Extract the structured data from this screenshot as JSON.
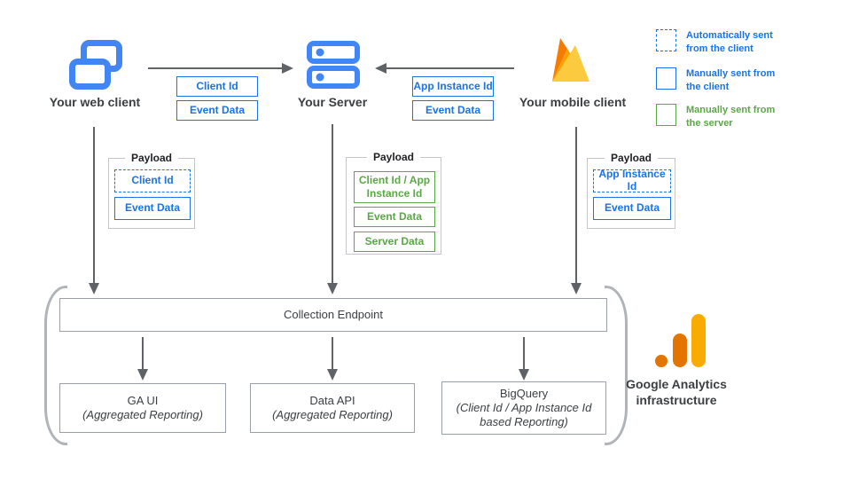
{
  "colors": {
    "accent_blue": "#1a73e8",
    "icon_blue": "#4285f4",
    "accent_green": "#5ba746",
    "arrow_gray": "#5f6368",
    "logo_orange": "#e37400",
    "logo_amber": "#f9ab00"
  },
  "nodes": {
    "web": {
      "label": "Your web client"
    },
    "server": {
      "label": "Your Server"
    },
    "mobile": {
      "label": "Your mobile client"
    }
  },
  "flows": {
    "web_to_server": {
      "items": [
        "Client Id",
        "Event Data"
      ]
    },
    "mobile_to_server": {
      "items": [
        "App Instance Id",
        "Event Data"
      ]
    }
  },
  "payloads": {
    "web": {
      "title": "Payload",
      "items": [
        {
          "text": "Client Id",
          "style": "dashed-blue"
        },
        {
          "text": "Event Data",
          "style": "solid-blue"
        }
      ]
    },
    "server": {
      "title": "Payload",
      "items": [
        {
          "text": "Client Id / App Instance Id",
          "style": "solid-green"
        },
        {
          "text": "Event Data",
          "style": "solid-green"
        },
        {
          "text": "Server Data",
          "style": "solid-green"
        }
      ]
    },
    "mobile": {
      "title": "Payload",
      "items": [
        {
          "text": "App Instance Id",
          "style": "dashed-blue"
        },
        {
          "text": "Event Data",
          "style": "solid-blue"
        }
      ]
    }
  },
  "legend": {
    "items": [
      {
        "text": "Automatically sent from the client",
        "style": "dashed-blue"
      },
      {
        "text": "Manually sent from the client",
        "style": "solid-blue"
      },
      {
        "text": "Manually sent from the server",
        "style": "solid-green"
      }
    ]
  },
  "infrastructure": {
    "endpoint_label": "Collection Endpoint",
    "services": [
      {
        "name": "GA UI",
        "detail": "(Aggregated Reporting)"
      },
      {
        "name": "Data API",
        "detail": "(Aggregated Reporting)"
      },
      {
        "name": "BigQuery",
        "detail": "(Client Id / App Instance Id based Reporting)"
      }
    ],
    "caption": "Google Analytics infrastructure"
  }
}
